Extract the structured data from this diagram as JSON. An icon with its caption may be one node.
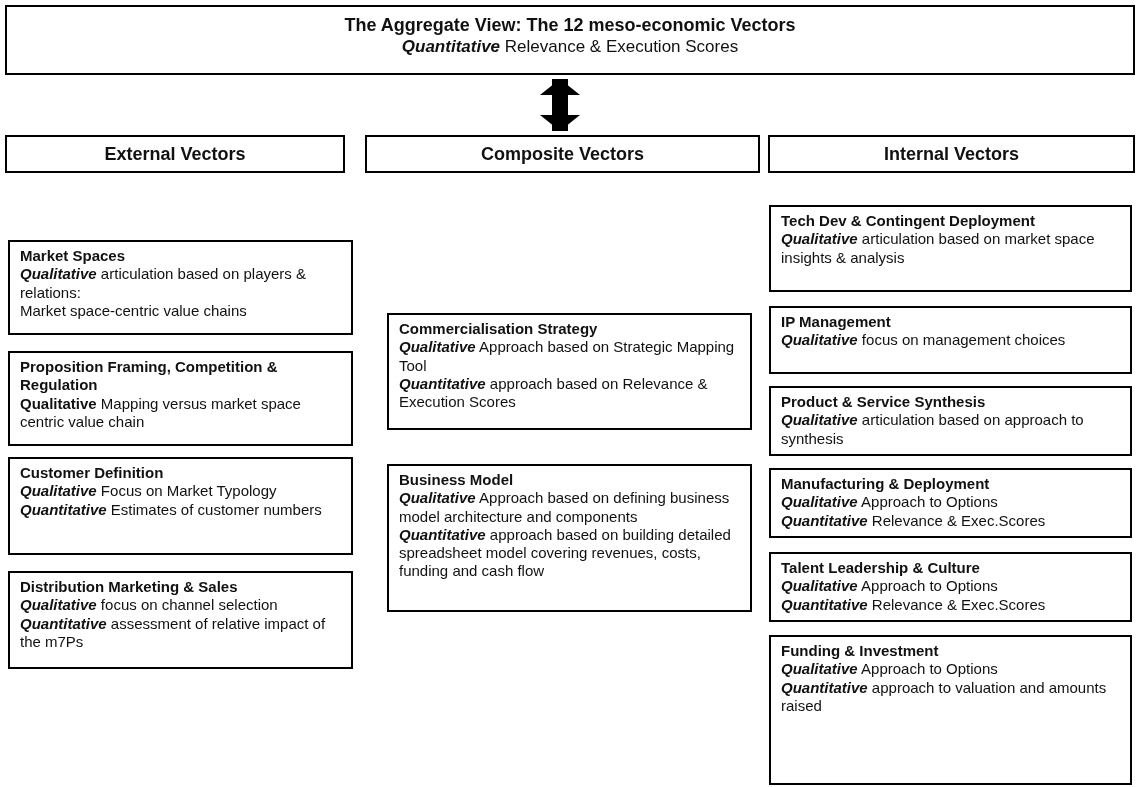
{
  "diagram": {
    "nodes": [
      {
        "text": [
          "The Aggregate View: The 12 meso-economic Vectors",
          "*Quantitative*  Relevance & Execution Scores"
        ]
      },
      {
        "text": [
          "External Vectors"
        ]
      },
      {
        "text": [
          "Composite Vectors"
        ]
      },
      {
        "text": [
          "Internal Vectors"
        ]
      },
      {
        "text": [
          "Market Spaces",
          "*Qualitative* articulation based on players & relations:",
          "Market space-centric value chains"
        ]
      },
      {
        "text": [
          "Proposition Framing, Competition & Regulation",
          "**Qualitative** Mapping versus market space centric value chain"
        ]
      },
      {
        "text": [
          "Customer Definition",
          "*Qualitative* Focus on Market Typology",
          "*Quantitative* Estimates of customer numbers"
        ]
      },
      {
        "text": [
          "Distribution Marketing & Sales",
          "*Qualitative* focus on channel selection",
          "*Quantitative* assessment of relative impact of the m7Ps"
        ]
      },
      {
        "text": [
          "Commercialisation Strategy",
          "*Qualitative* Approach based on Strategic Mapping Tool",
          "*Quantitative* approach based on Relevance & Execution Scores"
        ]
      },
      {
        "text": [
          "Business Model",
          "*Qualitative* Approach based on defining business model  architecture and components",
          "*Quantitative* approach based on building detailed spreadsheet model covering revenues, costs, funding and cash flow"
        ]
      },
      {
        "text": [
          "Tech Dev & Contingent Deployment",
          "*Qualitative* articulation based on market space insights & analysis"
        ]
      },
      {
        "text": [
          "IP Management",
          "*Qualitative* focus on management choices"
        ]
      },
      {
        "text": [
          "Product & Service Synthesis",
          "*Qualitative* articulation based on approach to synthesis"
        ]
      },
      {
        "text": [
          "Manufacturing & Deployment",
          "*Qualitative* Approach to Options",
          "*Quantitative* Relevance & Exec.Scores"
        ]
      },
      {
        "text": [
          "Talent Leadership & Culture",
          "*Qualitative* Approach to Options",
          "*Quantitative* Relevance & Exec.Scores"
        ]
      },
      {
        "text": [
          "Funding & Investment",
          "*Qualitative* Approach to Options",
          "*Quantitative* approach to valuation and amounts raised"
        ]
      }
    ],
    "edges": [
      {
        "from": 0,
        "to": 2,
        "arrow": "both"
      }
    ]
  }
}
